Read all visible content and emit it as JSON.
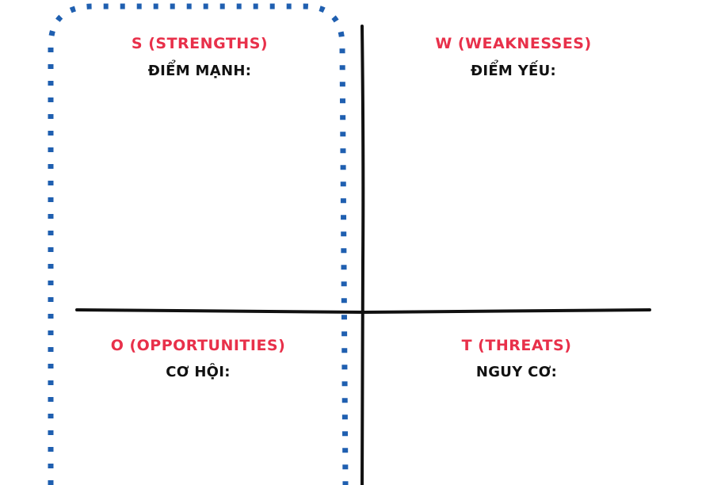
{
  "colors": {
    "title": "#e8304a",
    "subtitle": "#111111",
    "axis": "#111111",
    "highlight": "#1f5fb0"
  },
  "quadrants": {
    "strengths": {
      "title": "S (STRENGTHS)",
      "label": "ĐIỂM MẠNH:"
    },
    "weaknesses": {
      "title": "W (WEAKNESSES)",
      "label": "ĐIỂM YẾU:"
    },
    "opportunities": {
      "title": "O (OPPORTUNITIES)",
      "label": "CƠ HỘI:"
    },
    "threats": {
      "title": "T (THREATS)",
      "label": "NGUY CƠ:"
    }
  }
}
